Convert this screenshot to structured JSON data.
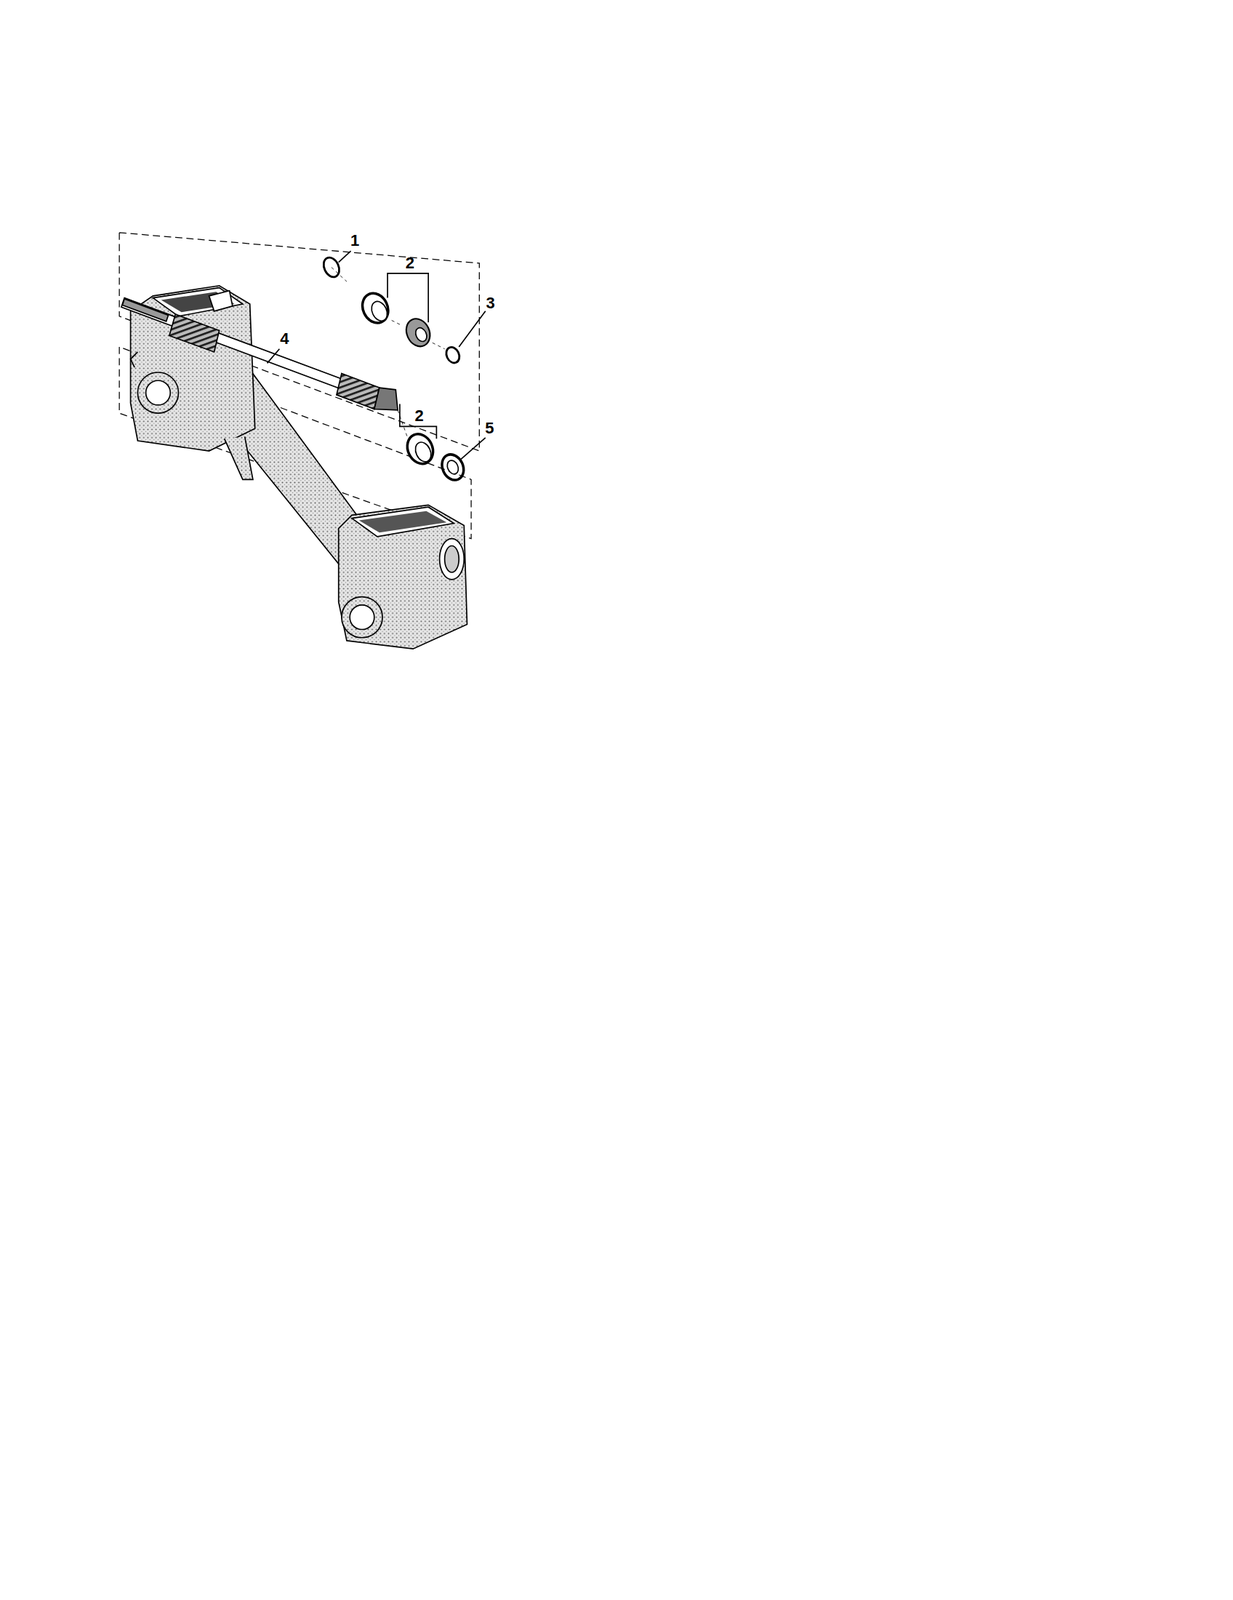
{
  "diagram": {
    "labels": [
      "1",
      "2",
      "3",
      "4",
      "2",
      "5"
    ]
  }
}
